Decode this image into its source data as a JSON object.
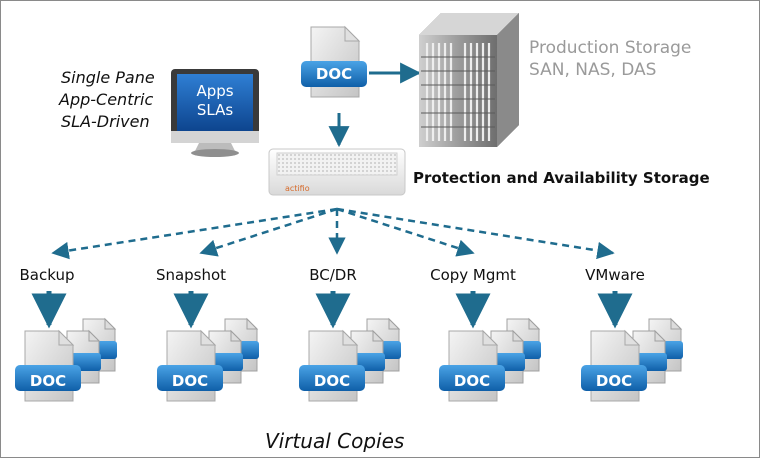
{
  "top_doc": {
    "label": "DOC"
  },
  "production_storage": {
    "line1": "Production Storage",
    "line2": "SAN, NAS, DAS"
  },
  "monitor": {
    "screen_line1": "Apps",
    "screen_line2": "SLAs"
  },
  "pane_notes": [
    "Single Pane",
    "App-Centric",
    "SLA-Driven"
  ],
  "appliance": {
    "brand": "actifio"
  },
  "protection_label": "Protection and Availability Storage",
  "branches": [
    {
      "label": "Backup",
      "doc_label": "DOC"
    },
    {
      "label": "Snapshot",
      "doc_label": "DOC"
    },
    {
      "label": "BC/DR",
      "doc_label": "DOC"
    },
    {
      "label": "Copy Mgmt",
      "doc_label": "DOC"
    },
    {
      "label": "VMware",
      "doc_label": "DOC"
    }
  ],
  "footer": "Virtual Copies",
  "colors": {
    "arrow_blue": "#1f6c8e",
    "doc_blue": "#1978c0",
    "gray_text": "#9a9a9a"
  }
}
